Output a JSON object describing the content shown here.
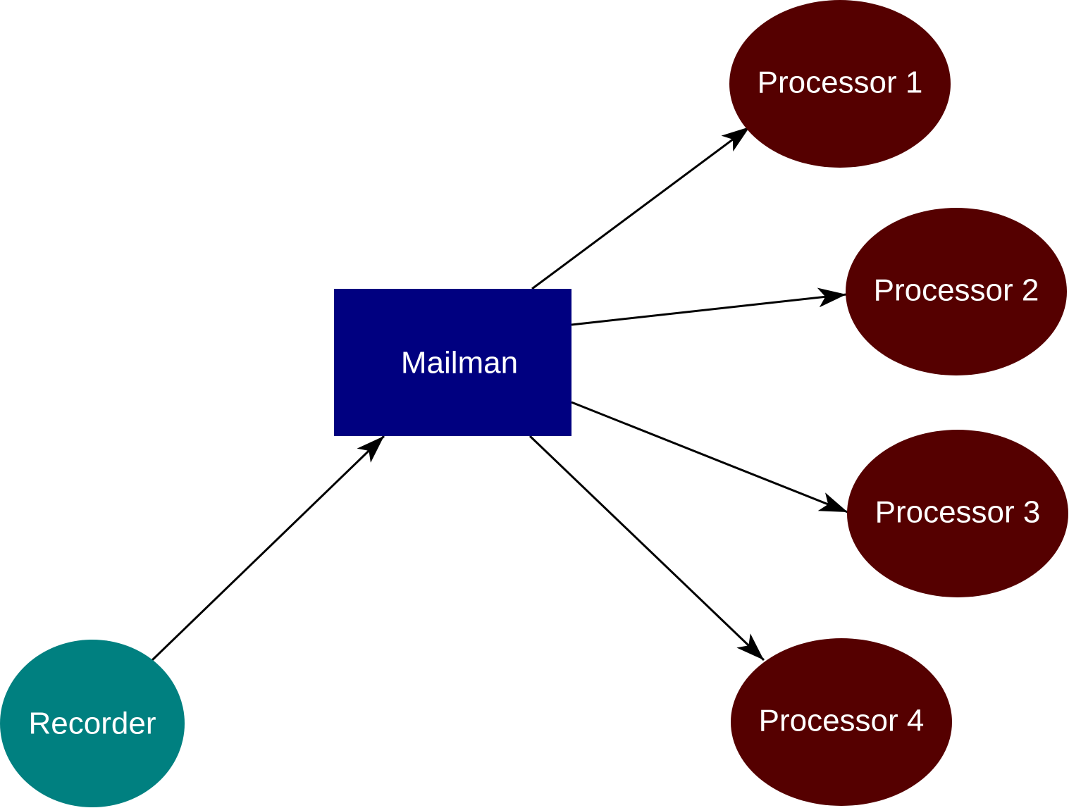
{
  "diagram": {
    "colors": {
      "recorder": "#008080",
      "mailman": "#000080",
      "processor": "#550000",
      "edge": "#000000",
      "label": "#ffffff"
    },
    "nodes": {
      "recorder": {
        "label": "Recorder",
        "shape": "ellipse"
      },
      "mailman": {
        "label": "Mailman",
        "shape": "rectangle"
      },
      "processor_1": {
        "label": "Processor 1",
        "shape": "ellipse"
      },
      "processor_2": {
        "label": "Processor 2",
        "shape": "ellipse"
      },
      "processor_3": {
        "label": "Processor 3",
        "shape": "ellipse"
      },
      "processor_4": {
        "label": "Processor 4",
        "shape": "ellipse"
      }
    },
    "edges": [
      {
        "from": "recorder",
        "to": "mailman",
        "directed": true
      },
      {
        "from": "mailman",
        "to": "processor_1",
        "directed": true
      },
      {
        "from": "mailman",
        "to": "processor_2",
        "directed": true
      },
      {
        "from": "mailman",
        "to": "processor_3",
        "directed": true
      },
      {
        "from": "mailman",
        "to": "processor_4",
        "directed": true
      }
    ]
  }
}
